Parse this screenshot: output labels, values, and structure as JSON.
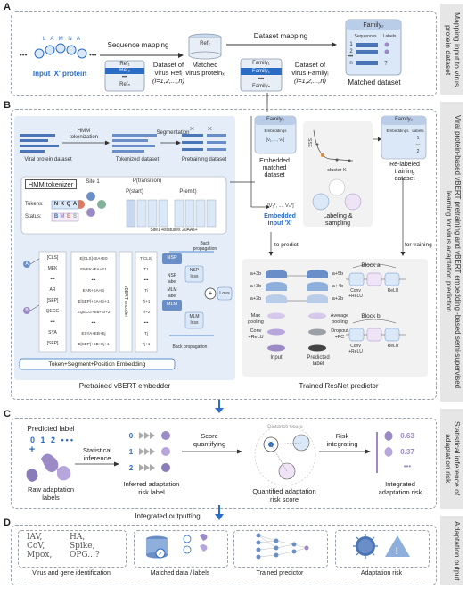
{
  "panels": {
    "a": "A",
    "b": "B",
    "c": "C",
    "d": "D"
  },
  "sidebar": {
    "a": "Mapping input to virus protein dataset",
    "b": "Viral protein-based vBERT pretraining and vBERT embedding -based semi-supervised learning for virus adaptation prediction",
    "c": "Statistical inference of adaptation risk",
    "d": "Adaptation output"
  },
  "panelA": {
    "input_seq": "L A M N A",
    "input_label": "Input 'X' protein",
    "seq_mapping": "Sequence mapping",
    "ref_items": [
      "Ref₁",
      "Ref₂",
      "•••",
      "Refₙ"
    ],
    "dataset_ref_line1": "Dataset of",
    "dataset_ref_line2": "virus Refᵢ",
    "dataset_ref_line3": "(i=1,2,...,n)",
    "matched_db": "Ref₂",
    "matched_label_line1": "Matched",
    "matched_label_line2": "virus proteinₓ",
    "dataset_mapping": "Dataset mapping",
    "family_items": [
      "Family₁",
      "Family₂",
      "•••",
      "Familyₙ"
    ],
    "dataset_fam_line1": "Dataset of",
    "dataset_fam_line2": "virus Familyᵢ",
    "dataset_fam_line3": "(i=1,2,...,n)",
    "matched_dataset_title": "Family₂",
    "matched_dataset_cols": [
      "Sequences",
      "Labels"
    ],
    "matched_dataset_rows": [
      "1",
      "2",
      "•••",
      "n"
    ],
    "matched_dataset_label": "Matched dataset"
  },
  "panelB": {
    "viral_protein_dataset": "Viral protein dataset",
    "hmm_tokenization_line1": "HMM",
    "hmm_tokenization_line2": "tokenization",
    "tokenized_dataset": "Tokenized dataset",
    "segmentation": "Segmentation",
    "pretraining_dataset": "Pretraining dataset",
    "hmm_tokenizer": "HMM tokenizer",
    "site1": "Site 1",
    "p_transition": "P(transition)",
    "p_start": "P(start)",
    "p_emit": "P(emit)",
    "tokens_label": "Tokens:",
    "tokens": [
      "N",
      "K",
      "Q",
      "A"
    ],
    "status_label": "Status:",
    "statuses": [
      "B",
      "M",
      "E",
      "S"
    ],
    "site_axis": "Site1  4statuses  20AAs+",
    "input_tokens": [
      "[CLS]",
      "MEK",
      "•••",
      "AR",
      "[SEP]",
      "QECG",
      "•••",
      "SYA",
      "[SEP]"
    ],
    "seg_a": "A",
    "seg_b": "B",
    "embeddings": [
      "E[CLS]+EA+E0",
      "EMEK+EA+E1",
      "•••",
      "EAR+EA+Ei",
      "E[SEP]+EA+Ei+1",
      "EQECG+EB+Ei+2",
      "•••",
      "ESYA+EB+Ej",
      "E[SEP]+EB+Ej+1"
    ],
    "bert_encoder": "vBERT encoder",
    "outputs": [
      "T[CLS]",
      "T1",
      "•••",
      "Ti",
      "Ti+1",
      "Ti+2",
      "•••",
      "Tj",
      "Tj+1"
    ],
    "nsp": "NSP",
    "nsp_loss_line1": "NSP",
    "nsp_loss_line2": "loss",
    "nsp_label_line1": "NSP",
    "nsp_label_line2": "label",
    "mlm": "MLM",
    "mlm_loss_line1": "MLM",
    "mlm_loss_line2": "loss",
    "mlm_label_line1": "MLM",
    "mlm_label_line2": "label",
    "loss": "Loss",
    "plus": "+",
    "back_prop_line1": "Back",
    "back_prop_line2": "propagation",
    "back_propagation": "Back propagation",
    "embedding_bar": "Token+Segment+Position Embedding",
    "pretrained_label": "Pretrained vBERT embedder",
    "family2": "Family₂",
    "embeddings_col": "Embeddings",
    "emb_row": "[V₁, ..., Vₙ]",
    "embedded_matched_line1": "Embedded",
    "embedded_matched_line2": "matched",
    "embedded_matched_line3": "dataset",
    "embedded_input_vec": "[V₁*, ..., Vₙ*]",
    "embedded_input_line1": "Embedded",
    "embedded_input_line2": "input 'X'",
    "sse": "SSE",
    "cluster_k": "cluster K",
    "labeling_line1": "Labeling &",
    "labeling_line2": "sampling",
    "relabeled_title": "Family₂",
    "relabeled_cols": [
      "Embeddings",
      "Labels"
    ],
    "relabeled_rows": [
      "1",
      "•••",
      "2"
    ],
    "relabeled_line1": "Re-labeled",
    "relabeled_line2": "training",
    "relabeled_line3": "dataset",
    "to_predict": "to predict",
    "for_training": "for training",
    "resnet_layers_left": [
      "a+3b",
      "a+3b",
      "a+2b"
    ],
    "resnet_layers_right": [
      "a+5b",
      "a+4b",
      "a+2b"
    ],
    "max_pooling_line1": "Max",
    "max_pooling_line2": "pooling",
    "avg_pooling_line1": "Average",
    "avg_pooling_line2": "pooling",
    "conv_relu_line1": "Conv",
    "conv_relu_line2": "+ReLU",
    "dropout_line1": "Dropout",
    "dropout_line2": "+FC",
    "input": "Input",
    "predicted_label_line1": "Predicted",
    "predicted_label_line2": "label",
    "block_a": "Block a",
    "block_b": "Block b",
    "block_conv_line1": "Conv",
    "block_conv_line2": "+ReLU",
    "block_relu": "ReLU",
    "trained_resnet": "Trained ResNet predictor"
  },
  "panelC": {
    "predicted_label": "Predicted label",
    "label_digits": "0 1 2 •••",
    "plus": "+",
    "raw_line1": "Raw adaptation",
    "raw_line2": "labels",
    "statistical_line1": "Statistical",
    "statistical_line2": "inference",
    "inferred_digits": [
      "0",
      "1",
      "2"
    ],
    "inferred_line1": "Inferred adaptation",
    "inferred_line2": "risk label",
    "score_line1": "Score",
    "score_line2": "quantifying",
    "distance_score": "Distance score",
    "quantified_line1": "Quantified adaptation",
    "quantified_line2": "risk score",
    "risk_line1": "Risk",
    "risk_line2": "integrating",
    "scores": [
      "0.63",
      "0.37",
      "•••"
    ],
    "integrated_line1": "Integrated",
    "integrated_line2": "adaptation risk"
  },
  "panelD": {
    "integrated_outputting": "Integrated outputting",
    "virus_names_left": [
      "IAV,",
      "CoV,",
      "Mpox,"
    ],
    "virus_names_right": [
      "HA,",
      "Spike,",
      "OPG...?"
    ],
    "virus_label": "Virus and gene identification",
    "matched_label": "Matched data / labels",
    "trained_predictor": "Trained predictor",
    "adaptation_risk": "Adaptation risk"
  },
  "colors": {
    "blue": "#2b6cc4",
    "light_blue": "#dbe8f7",
    "purple": "#9b8ac6",
    "sidebar": "#e6e6e6",
    "panel_gray": "#f2f2f2"
  }
}
